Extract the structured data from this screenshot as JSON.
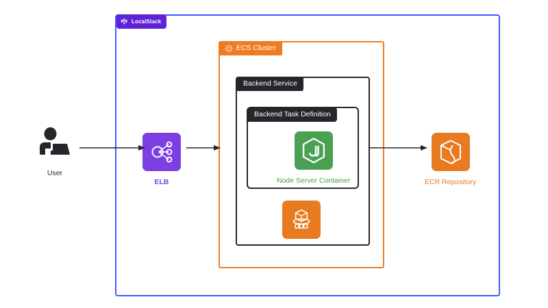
{
  "diagram": {
    "title": "LocalStack ECS architecture",
    "colors": {
      "localstack_purple": "#5F22D9",
      "boundary_blue": "#3D5AFE",
      "ecs_orange": "#EE7C22",
      "dark": "#25262B",
      "node_green": "#4CA054",
      "elb_purple": "#7B3FE4"
    }
  },
  "boundaries": {
    "localstack": {
      "label": "LocalStack",
      "icon": "localstack-logo-icon"
    },
    "ecs_cluster": {
      "label": "ECS Cluster",
      "icon": "ecs-cluster-icon"
    },
    "backend_service": {
      "label": "Backend Service"
    },
    "backend_task_definition": {
      "label": "Backend Task Definition"
    }
  },
  "nodes": {
    "user": {
      "label": "User",
      "icon": "user-laptop-icon"
    },
    "elb": {
      "label": "ELB",
      "icon": "elb-icon"
    },
    "node_container": {
      "label": "Node Server Container",
      "icon": "nodejs-icon"
    },
    "ecs_task": {
      "label": "",
      "icon": "ecs-container-icon"
    },
    "ecr": {
      "label": "ECR Repository",
      "icon": "ecr-icon"
    }
  },
  "connections": [
    {
      "from": "user",
      "to": "elb",
      "name": "user-to-elb"
    },
    {
      "from": "elb",
      "to": "ecs_cluster",
      "name": "elb-to-ecs"
    },
    {
      "from": "backend_service",
      "to": "ecr",
      "name": "service-to-ecr"
    }
  ]
}
